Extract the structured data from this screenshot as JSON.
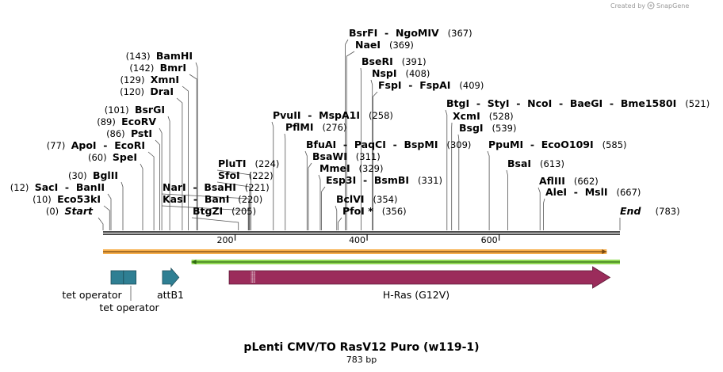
{
  "credit": {
    "created_by": "Created by",
    "brand": "SnapGene"
  },
  "plasmid": {
    "name": "pLenti CMV/TO RasV12 Puro (w119-1)",
    "length": 783,
    "length_label": "783 bp"
  },
  "ticks": [
    200,
    400,
    600
  ],
  "termini": [
    {
      "name": "Start",
      "pos": 0,
      "label": "(0)"
    },
    {
      "name": "End",
      "pos": 783,
      "label": "(783)"
    }
  ],
  "sites": [
    {
      "id": "eco53ki",
      "names": [
        "Eco53kI"
      ],
      "pos": 10,
      "label": "(10)",
      "side": "left"
    },
    {
      "id": "saci",
      "names": [
        "SacI",
        "BanII"
      ],
      "pos": 12,
      "label": "(12)",
      "side": "left"
    },
    {
      "id": "bglii",
      "names": [
        "BglII"
      ],
      "pos": 30,
      "label": "(30)",
      "side": "left"
    },
    {
      "id": "spei",
      "names": [
        "SpeI"
      ],
      "pos": 60,
      "label": "(60)",
      "side": "left"
    },
    {
      "id": "apoi",
      "names": [
        "ApoI",
        "EcoRI"
      ],
      "pos": 77,
      "label": "(77)",
      "side": "left"
    },
    {
      "id": "psti",
      "names": [
        "PstI"
      ],
      "pos": 86,
      "label": "(86)",
      "side": "left"
    },
    {
      "id": "ecorv",
      "names": [
        "EcoRV"
      ],
      "pos": 89,
      "label": "(89)",
      "side": "left"
    },
    {
      "id": "bsrgi",
      "names": [
        "BsrGI"
      ],
      "pos": 101,
      "label": "(101)",
      "side": "left"
    },
    {
      "id": "drai",
      "names": [
        "DraI"
      ],
      "pos": 120,
      "label": "(120)",
      "side": "left"
    },
    {
      "id": "xmni",
      "names": [
        "XmnI"
      ],
      "pos": 129,
      "label": "(129)",
      "side": "left"
    },
    {
      "id": "bmri",
      "names": [
        "BmrI"
      ],
      "pos": 142,
      "label": "(142)",
      "side": "left"
    },
    {
      "id": "bamhi",
      "names": [
        "BamHI"
      ],
      "pos": 143,
      "label": "(143)",
      "side": "left"
    },
    {
      "id": "btgzi",
      "names": [
        "BtgZI"
      ],
      "pos": 205,
      "label": "(205)",
      "side": "left"
    },
    {
      "id": "kasi",
      "names": [
        "KasI",
        "BanI"
      ],
      "pos": 220,
      "label": "(220)",
      "side": "left"
    },
    {
      "id": "nari",
      "names": [
        "NarI",
        "BsaHI"
      ],
      "pos": 221,
      "label": "(221)",
      "side": "left"
    },
    {
      "id": "sfoi",
      "names": [
        "SfoI"
      ],
      "pos": 222,
      "label": "(222)",
      "side": "left"
    },
    {
      "id": "pluti",
      "names": [
        "PluTI"
      ],
      "pos": 224,
      "label": "(224)",
      "side": "left"
    },
    {
      "id": "pflmi",
      "names": [
        "PflMI"
      ],
      "pos": 276,
      "label": "(276)",
      "side": "right"
    },
    {
      "id": "pvuii",
      "names": [
        "PvuII",
        "MspA1I"
      ],
      "pos": 258,
      "label": "(258)",
      "side": "right"
    },
    {
      "id": "bfuai",
      "names": [
        "BfuAI",
        "PaqCI",
        "BspMI"
      ],
      "pos": 309,
      "label": "(309)",
      "side": "right"
    },
    {
      "id": "bsawi",
      "names": [
        "BsaWI"
      ],
      "pos": 311,
      "label": "(311)",
      "side": "right"
    },
    {
      "id": "mmei",
      "names": [
        "MmeI"
      ],
      "pos": 329,
      "label": "(329)",
      "side": "right"
    },
    {
      "id": "esp3i",
      "names": [
        "Esp3I",
        "BsmBI"
      ],
      "pos": 331,
      "label": "(331)",
      "side": "right"
    },
    {
      "id": "bclvi",
      "names": [
        "BclVI"
      ],
      "pos": 354,
      "label": "(354)",
      "side": "right"
    },
    {
      "id": "pfoi",
      "names": [
        "PfoI *"
      ],
      "pos": 356,
      "label": "(356)",
      "side": "right"
    },
    {
      "id": "bsrfi",
      "names": [
        "BsrFI",
        "NgoMIV"
      ],
      "pos": 367,
      "label": "(367)",
      "side": "right"
    },
    {
      "id": "naei",
      "names": [
        "NaeI"
      ],
      "pos": 369,
      "label": "(369)",
      "side": "right"
    },
    {
      "id": "bseri",
      "names": [
        "BseRI"
      ],
      "pos": 391,
      "label": "(391)",
      "side": "right"
    },
    {
      "id": "nspi",
      "names": [
        "NspI"
      ],
      "pos": 408,
      "label": "(408)",
      "side": "right"
    },
    {
      "id": "fspi",
      "names": [
        "FspI",
        "FspAI"
      ],
      "pos": 409,
      "label": "(409)",
      "side": "right"
    },
    {
      "id": "btgi",
      "names": [
        "BtgI",
        "StyI",
        "NcoI",
        "BaeGI",
        "Bme1580I"
      ],
      "pos": 521,
      "label": "(521)",
      "side": "right"
    },
    {
      "id": "xcmi",
      "names": [
        "XcmI"
      ],
      "pos": 528,
      "label": "(528)",
      "side": "right"
    },
    {
      "id": "bsgi",
      "names": [
        "BsgI"
      ],
      "pos": 539,
      "label": "(539)",
      "side": "right"
    },
    {
      "id": "ppumi",
      "names": [
        "PpuMI",
        "EcoO109I"
      ],
      "pos": 585,
      "label": "(585)",
      "side": "right"
    },
    {
      "id": "bsai",
      "names": [
        "BsaI"
      ],
      "pos": 613,
      "label": "(613)",
      "side": "right"
    },
    {
      "id": "afliii",
      "names": [
        "AflIII"
      ],
      "pos": 662,
      "label": "(662)",
      "side": "right"
    },
    {
      "id": "alei",
      "names": [
        "AleI",
        "MslI"
      ],
      "pos": 667,
      "label": "(667)",
      "side": "right"
    }
  ],
  "features": [
    {
      "id": "tet-operator-1",
      "name": "tet operator",
      "start": 12,
      "end": 31,
      "type": "box",
      "color": "#2f7f93"
    },
    {
      "id": "tet-operator-2",
      "name": "tet operator",
      "start": 31,
      "end": 50,
      "type": "box",
      "color": "#2f7f93"
    },
    {
      "id": "attb1",
      "name": "attB1",
      "start": 90,
      "end": 115,
      "type": "arrow",
      "color": "#2f7f93"
    },
    {
      "id": "h-ras",
      "name": "H-Ras (G12V)",
      "start": 191,
      "end": 768,
      "type": "arrow",
      "color": "#9b2c5b"
    }
  ],
  "lanes": [
    {
      "id": "orange-lane",
      "start": 0,
      "end": 763,
      "color": "#f6a02a",
      "direction": "right"
    },
    {
      "id": "green-lane",
      "start": 134,
      "end": 783,
      "color": "#7fd437",
      "direction": "left"
    }
  ]
}
